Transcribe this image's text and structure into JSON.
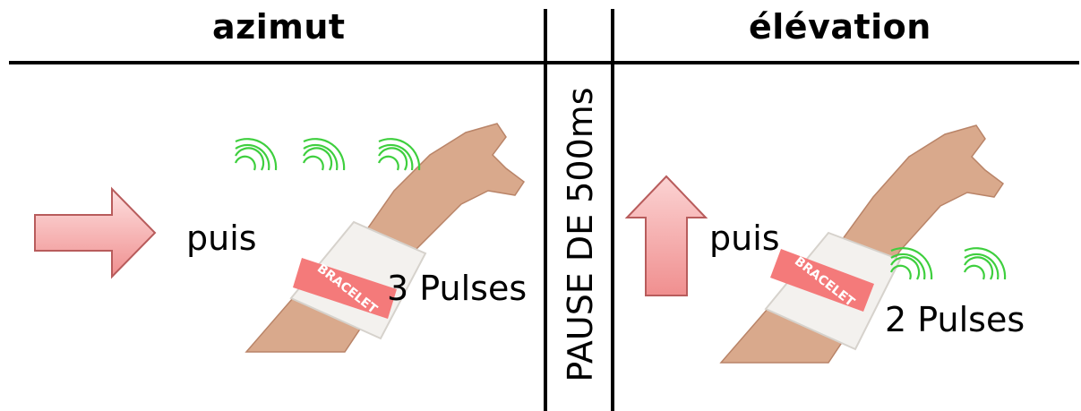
{
  "columns": {
    "left_heading": "azimut",
    "right_heading": "élévation",
    "divider_text": "PAUSE DE 500ms"
  },
  "left_panel": {
    "arrow_direction": "right",
    "then_label": "puis",
    "wristband_label": "BRACELET",
    "pulse_count_label": "3 Pulses",
    "pulse_icons": 3
  },
  "right_panel": {
    "arrow_direction": "up",
    "then_label": "puis",
    "wristband_label": "BRACELET",
    "pulse_count_label": "2 Pulses",
    "pulse_icons": 2
  },
  "colors": {
    "arrow_fill": "#f4a3a3",
    "arrow_stroke": "#b85c5c",
    "pulse_green": "#3ecf3e",
    "band_white": "#f3f1ee",
    "band_label": "#f47a7a",
    "skin": "#d9a98c"
  }
}
